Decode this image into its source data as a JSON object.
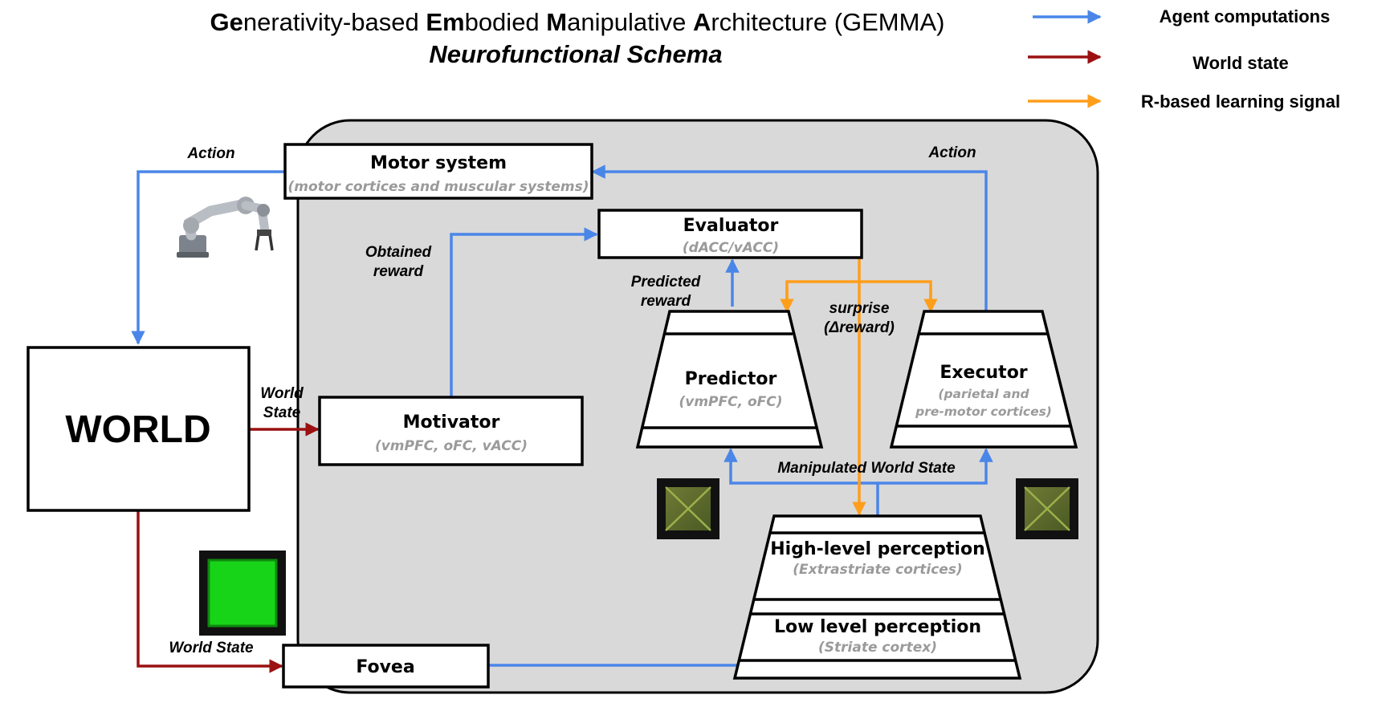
{
  "title": {
    "parts": [
      {
        "bold": "Ge",
        "rest": "nerativity-based "
      },
      {
        "bold": "Em",
        "rest": "bodied "
      },
      {
        "bold": "M",
        "rest": "anipulative "
      },
      {
        "bold": "A",
        "rest": "rchitecture (GEMMA)"
      }
    ],
    "subtitle": "Neurofunctional Schema"
  },
  "legend": [
    {
      "label": "Agent computations",
      "color": "#4a86e8"
    },
    {
      "label": "World state",
      "color": "#9b1111"
    },
    {
      "label": "R-based learning signal",
      "color": "#ff9e1b"
    }
  ],
  "nodes": {
    "world": {
      "label": "WORLD"
    },
    "motor": {
      "label": "Motor system",
      "sub": "(motor cortices and muscular systems)"
    },
    "evaluator": {
      "label": "Evaluator",
      "sub": "(dACC/vACC)"
    },
    "motivator": {
      "label": "Motivator",
      "sub": "(vmPFC, oFC, vACC)"
    },
    "predictor": {
      "label": "Predictor",
      "sub": "(vmPFC, oFC)"
    },
    "executor": {
      "label": "Executor",
      "sub_line1": "(parietal and",
      "sub_line2": "pre-motor cortices)"
    },
    "high_perception": {
      "label": "High-level perception",
      "sub": "(Extrastriate cortices)"
    },
    "low_perception": {
      "label": "Low level perception",
      "sub": "(Striate cortex)"
    },
    "fovea": {
      "label": "Fovea"
    }
  },
  "edge_labels": {
    "action_left": "Action",
    "action_right": "Action",
    "obtained_reward_1": "Obtained",
    "obtained_reward_2": "reward",
    "predicted_reward_1": "Predicted",
    "predicted_reward_2": "reward",
    "surprise_1": "surprise",
    "surprise_2": "(Δreward)",
    "world_state_1_a": "World",
    "world_state_1_b": "State",
    "world_state_2": "World State",
    "manipulated": "Manipulated World State"
  },
  "colors": {
    "agent": "#4a86e8",
    "world": "#9b1111",
    "learning": "#ff9e1b",
    "panel": "#d9d9d9",
    "stimulus_green": "#19d019"
  }
}
